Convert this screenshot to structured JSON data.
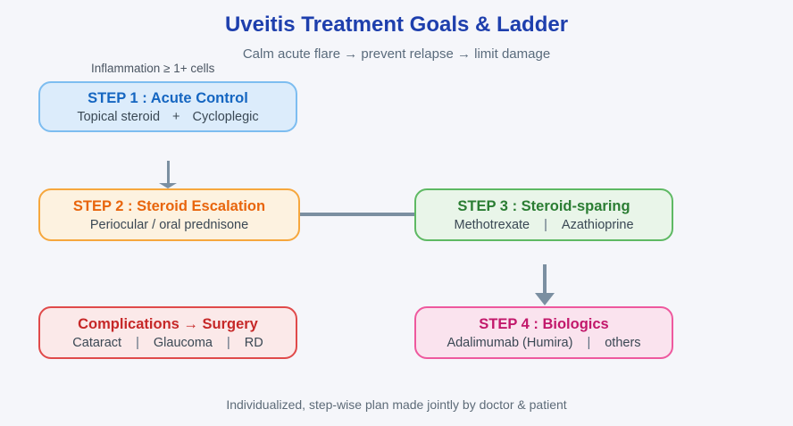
{
  "title": "Uveitis Treatment Goals & Ladder",
  "subtitle": "Calm acute flare → prevent relapse → limit damage",
  "annotation": "Inflammation ≥ 1+ cells",
  "caption": "Individualized, step-wise plan made jointly by doctor & patient",
  "boxes": {
    "step1": {
      "title": "STEP 1 : Acute Control",
      "items": [
        "Topical steroid",
        "Cycloplegic"
      ],
      "separator": "+",
      "bg": "#dcecfb",
      "border": "#7dbdf0",
      "accent": "#1566c1"
    },
    "step2": {
      "title": "STEP 2 : Steroid Escalation",
      "items": [
        "Periocular / oral prednisone"
      ],
      "bg": "#fdf2e0",
      "border": "#f6a73d",
      "accent": "#e8650d"
    },
    "step3": {
      "title": "STEP 3 : Steroid-sparing",
      "items": [
        "Methotrexate",
        "Azathioprine"
      ],
      "separator": "|",
      "bg": "#e9f5e9",
      "border": "#5eb963",
      "accent": "#2b7d33"
    },
    "complications": {
      "title": "Complications → Surgery",
      "items": [
        "Cataract",
        "Glaucoma",
        "RD"
      ],
      "separator": "|",
      "bg": "#fbe9e9",
      "border": "#e04a4a",
      "accent": "#c62828"
    },
    "step4": {
      "title": "STEP 4 : Biologics",
      "items": [
        "Adalimumab (Humira)",
        "others"
      ],
      "separator": "|",
      "bg": "#fae3ee",
      "border": "#ee599e",
      "accent": "#c2186b"
    }
  },
  "colors": {
    "background": "#f5f6fa",
    "title": "#1e3fad",
    "subtitle": "#5a6b7c",
    "body_text": "#3a4854",
    "connector": "#7b8fa1"
  }
}
